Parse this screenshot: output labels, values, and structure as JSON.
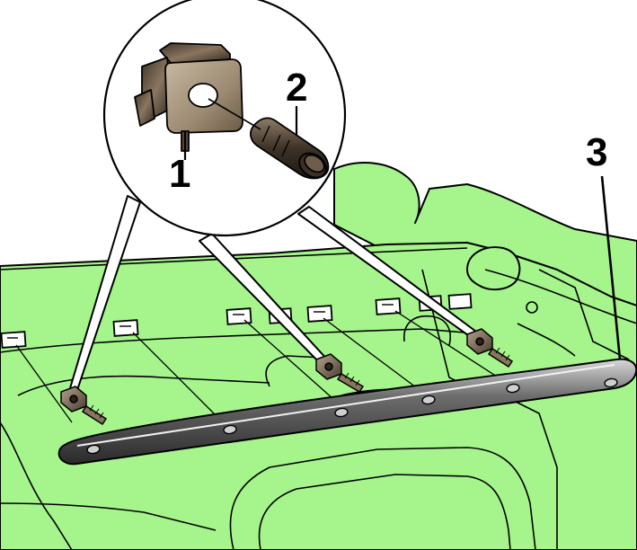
{
  "diagram": {
    "callouts": [
      {
        "id": "1",
        "label": "1"
      },
      {
        "id": "2",
        "label": "2"
      },
      {
        "id": "3",
        "label": "3"
      }
    ]
  },
  "colors": {
    "panel_fill": "#a6f58c",
    "outline": "#000000",
    "background": "#ffffff",
    "clip_body": "#6b5a47",
    "clip_face": "#a2927c",
    "pin_body": "#5a4c3c",
    "molding": "#4a4a4a",
    "molding_highlight": "#cfcfcf"
  }
}
